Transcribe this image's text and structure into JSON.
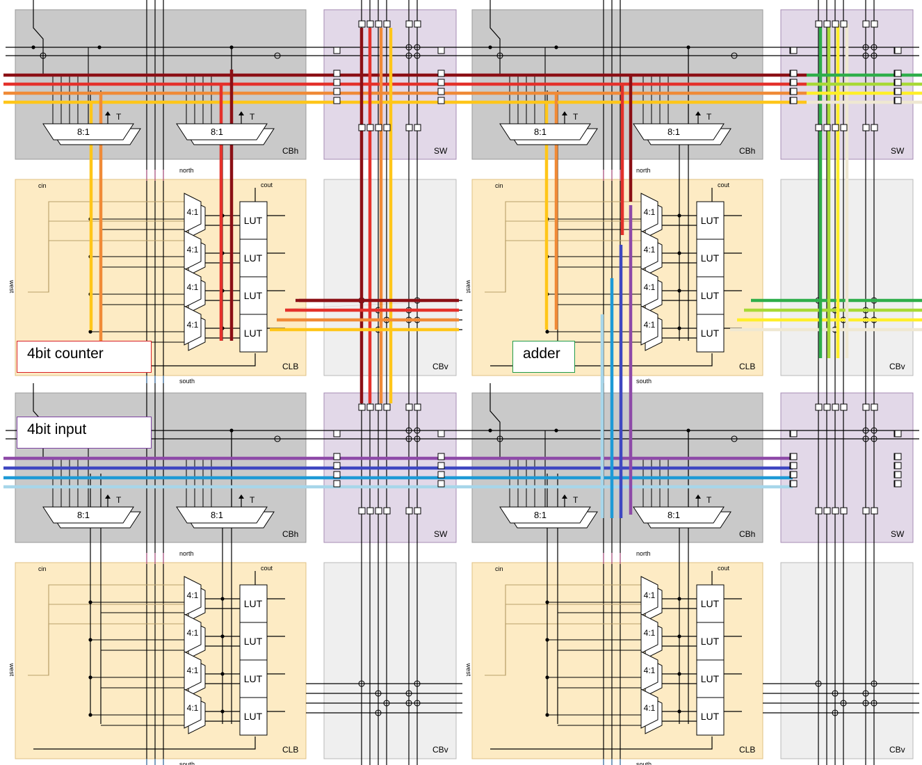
{
  "callouts": {
    "counter": {
      "label": "4bit counter",
      "color": "#d81f26"
    },
    "adder": {
      "label": "adder",
      "color": "#1f9a4a"
    },
    "input": {
      "label": "4bit input",
      "color": "#7b3fa0"
    }
  },
  "block_labels": {
    "cbh": "CBh",
    "sw": "SW",
    "clb": "CLB",
    "cbv": "CBv",
    "lut": "LUT",
    "mux8": "8:1",
    "mux4": "4:1",
    "north": "north",
    "south": "south",
    "west": "west",
    "cin": "cin",
    "cout": "cout"
  },
  "colors": {
    "cbh_fill": "#c9c9c9",
    "sw_fill": "#e2d8e8",
    "clb_fill": "#fdebc4",
    "cbv_fill": "#efefef",
    "wire": "#000000",
    "counter_nets": [
      "#8b0f15",
      "#e4312b",
      "#f08a37",
      "#ffc619"
    ],
    "input_nets": [
      "#8e4aa8",
      "#3e47c1",
      "#1e9ad6",
      "#a7d6ea"
    ],
    "adder_nets": [
      "#2eae4a",
      "#a8d936",
      "#ffef2a",
      "#efe8d2"
    ]
  },
  "tiles": [
    {
      "name": "top-left"
    },
    {
      "name": "top-right"
    },
    {
      "name": "bottom-left"
    },
    {
      "name": "bottom-right"
    }
  ]
}
